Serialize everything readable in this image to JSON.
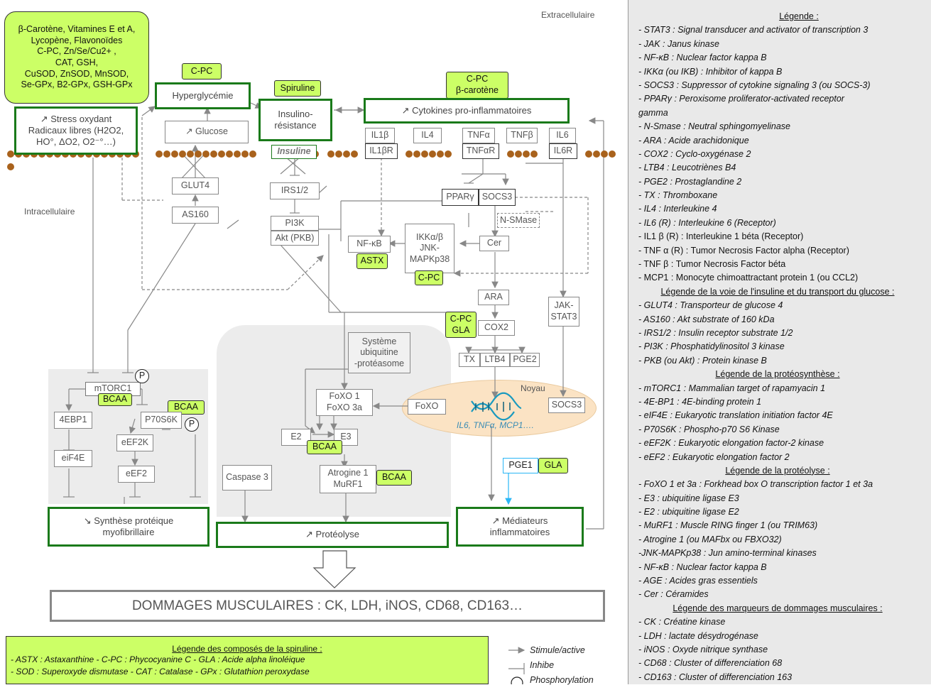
{
  "labels": {
    "extracellular": "Extracellulaire",
    "intracellular": "Intracellulaire",
    "nucleus": "Noyau",
    "dna_text": "IL6, TNFα, MCP1…."
  },
  "boxes": {
    "antioxidants": [
      "β-Carotène, Vitamines E et A,",
      "Lycopène, Flavonoïdes",
      "C-PC, Zn/Se/Cu2+ ,",
      "CAT, GSH,",
      "CuSOD, ZnSOD, MnSOD,",
      "Se-GPx, B2-GPx, GSH-GPx"
    ],
    "cpc_top": "C-PC",
    "spiruline": "Spiruline",
    "cpc_betacarotene": [
      "C-PC",
      "β-carotène"
    ],
    "stress": [
      "↗ Stress oxydant",
      "Radicaux libres (H2O2,",
      "HO°, ΔO2, O2⁻°…)"
    ],
    "hyperglycemie": "Hyperglycémie",
    "insulino": [
      "Insulino-",
      "résistance"
    ],
    "cytokines": "↗ Cytokines pro-inflammatoires",
    "glucose": "↗ Glucose",
    "il1b": "IL1β",
    "il4": "IL4",
    "tnfa": "TNFα",
    "tnfb": "TNFβ",
    "il6": "IL6",
    "insuline": "Insuline",
    "il1br": "IL1βR",
    "tnfar": "TNFαR",
    "il6r": "IL6R",
    "glut4": "GLUT4",
    "irs": "IRS1/2",
    "ppar": "PPARγ",
    "socs3": "SOCS3",
    "as160": "AS160",
    "pi3k": "PI3K",
    "akt": "Akt (PKB)",
    "nfkb": "NF-κB",
    "ikk": [
      "IKKα/β",
      "JNK-",
      "MAPKp38"
    ],
    "nsmase": "N-SMase",
    "cer": "Cer",
    "astx": "ASTX",
    "cpc_ikk": "C-PC",
    "ara": "ARA",
    "jak": [
      "JAK-",
      "STAT3"
    ],
    "cpc_gla": [
      "C-PC",
      "GLA"
    ],
    "cox2": "COX2",
    "tx": "TX",
    "ltb4": "LTB4",
    "pge2": "PGE2",
    "ups": [
      "Système",
      "ubiquitine",
      "-protéasome"
    ],
    "mtorc1": "mTORC1",
    "bcaa1": "BCAA",
    "bcaa2": "BCAA",
    "bcaa3": "BCAA",
    "bcaa4": "BCAA",
    "p": "P",
    "foxo13a": [
      "FoXO 1",
      "FoXO 3a"
    ],
    "foxo": "FoXO",
    "socs3_nuc": "SOCS3",
    "fourebp1": "4EBP1",
    "p70s6k": "P70S6K",
    "eef2k": "eEF2K",
    "eif4e": "eiF4E",
    "eef2": "eEF2",
    "e2": "E2",
    "e3": "E3",
    "caspase": "Caspase 3",
    "atrogine": [
      "Atrogine 1",
      "MuRF1"
    ],
    "pge1": "PGE1",
    "gla": "GLA",
    "synthese": [
      "↘ Synthèse protéique",
      "myofibrillaire"
    ],
    "proteolyse": "↗ Protéolyse",
    "mediateurs": [
      "↗ Médiateurs",
      "inflammatoires"
    ],
    "dommages": "DOMMAGES MUSCULAIRES : CK, LDH, iNOS, CD68, CD163…"
  },
  "bottom_legend": {
    "title": "Légende des composés de la spiruline :",
    "line1": "- ASTX : Astaxanthine - C-PC : Phycocyanine C - GLA : Acide alpha linoléique",
    "line2": "- SOD : Superoxyde dismutase - CAT : Catalase - GPx : Glutathion peroxydase"
  },
  "symbol_key": {
    "stimule": "Stimule/active",
    "inhibe": "Inhibe",
    "phospho": "Phosphorylation"
  },
  "legend": [
    {
      "type": "head-first",
      "text": "Légende :"
    },
    {
      "type": "item",
      "text": "-  STAT3 : Signal transducer and activator of transcription 3"
    },
    {
      "type": "item",
      "text": "- JAK : Janus kinase"
    },
    {
      "type": "item",
      "text": "- NF-κB : Nuclear factor kappa B"
    },
    {
      "type": "item",
      "text": "- IKKα (ou IKB) : Inhibitor of kappa B"
    },
    {
      "type": "item",
      "text": "- SOCS3 : Suppressor of cytokine signaling 3 (ou SOCS-3)"
    },
    {
      "type": "item",
      "text": "- PPARγ : Peroxisome proliferator-activated receptor"
    },
    {
      "type": "item",
      "text": "gamma"
    },
    {
      "type": "item",
      "text": "- N-Smase : Neutral sphingomyelinase"
    },
    {
      "type": "item",
      "text": "- ARA : Acide arachidonique"
    },
    {
      "type": "item",
      "text": "- COX2 : Cyclo-oxygénase 2"
    },
    {
      "type": "item",
      "text": "- LTB4 : Leucotriènes B4"
    },
    {
      "type": "item",
      "text": "- PGE2 : Prostaglandine 2"
    },
    {
      "type": "item",
      "text": "- TX : Thromboxane"
    },
    {
      "type": "item",
      "text": "- IL4 : Interleukine 4"
    },
    {
      "type": "item",
      "text": "- IL6 (R) : Interleukine 6 (Receptor)"
    },
    {
      "type": "dark",
      "text": "- IL1 β (R) : Interleukine 1 béta (Receptor)"
    },
    {
      "type": "dark",
      "text": "- TNF α (R) : Tumor Necrosis Factor alpha (Receptor)"
    },
    {
      "type": "dark",
      "text": "- TNF β : Tumor Necrosis Factor béta"
    },
    {
      "type": "dark",
      "text": "- MCP1 : Monocyte chimoattractant protein 1 (ou CCL2)"
    },
    {
      "type": "head",
      "text": "Légende de la voie de l'insuline et du transport du glucose :"
    },
    {
      "type": "item",
      "text": "- GLUT4 : Transporteur de glucose 4"
    },
    {
      "type": "item",
      "text": "- AS160 : Akt substrate of 160 kDa"
    },
    {
      "type": "item",
      "text": "- IRS1/2 : Insulin receptor substrate 1/2"
    },
    {
      "type": "item",
      "text": "- PI3K : Phosphatidylinositol 3 kinase"
    },
    {
      "type": "item",
      "text": "- PKB (ou Akt) : Protein kinase B"
    },
    {
      "type": "head",
      "text": "Légende de la protéosynthèse :"
    },
    {
      "type": "item",
      "text": "- mTORC1 : Mammalian target of rapamyacin 1"
    },
    {
      "type": "item",
      "text": "- 4E-BP1 : 4E-binding protein 1"
    },
    {
      "type": "item",
      "text": "- eIF4E : Eukaryotic translation initiation factor 4E"
    },
    {
      "type": "item",
      "text": "- P70S6K : Phospho-p70 S6 Kinase"
    },
    {
      "type": "item",
      "text": "- eEF2K : Eukaryotic elongation factor-2 kinase"
    },
    {
      "type": "item",
      "text": " - eEF2 : Eukaryotic elongation factor 2"
    },
    {
      "type": "head",
      "text": "Légende de la protéolyse :"
    },
    {
      "type": "item",
      "text": "- FoXO 1 et 3a : Forkhead box O transcription factor 1 et 3a"
    },
    {
      "type": "item",
      "text": "- E3 : ubiquitine ligase E3"
    },
    {
      "type": "item",
      "text": "- E2 : ubiquitine ligase E2"
    },
    {
      "type": "item",
      "text": "- MuRF1 : Muscle RING finger 1 (ou TRIM63)"
    },
    {
      "type": "item",
      "text": "- Atrogine 1 (ou MAFbx ou FBXO32)"
    },
    {
      "type": "item",
      "text": "-JNK-MAPKp38 : Jun amino-terminal kinases"
    },
    {
      "type": "item",
      "text": "- NF-κB : Nuclear factor kappa B"
    },
    {
      "type": "item",
      "text": "- AGE : Acides gras essentiels"
    },
    {
      "type": "item",
      "text": "- Cer : Céramides"
    },
    {
      "type": "head",
      "text": "Légende des marqueurs de dommages musculaires :"
    },
    {
      "type": "item",
      "text": "- CK : Créatine kinase"
    },
    {
      "type": "item",
      "text": "- LDH : lactate désydrogénase"
    },
    {
      "type": "item",
      "text": "- iNOS : Oxyde nitrique synthase"
    },
    {
      "type": "item",
      "text": "- CD68 : Cluster of differenciation 68"
    },
    {
      "type": "item",
      "text": "- CD163 : Cluster of differenciation 163"
    }
  ]
}
